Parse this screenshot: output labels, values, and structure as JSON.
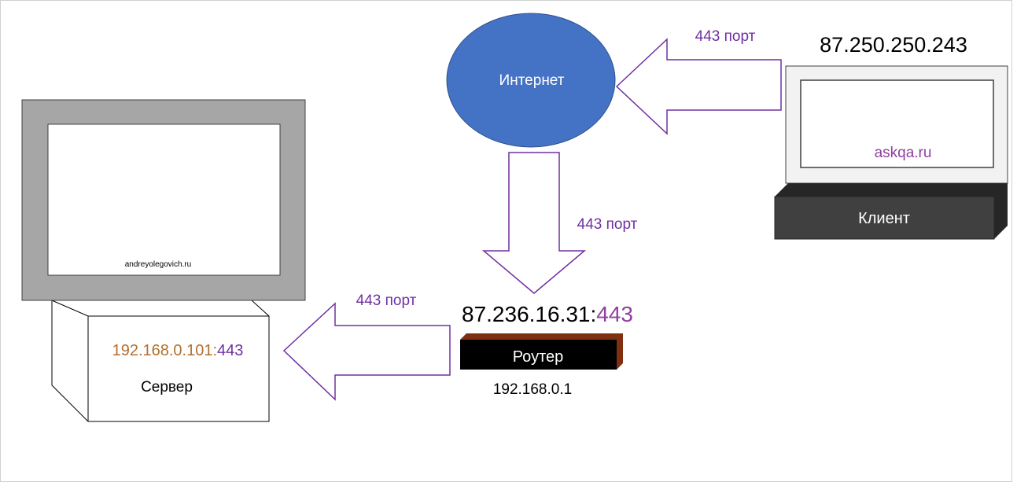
{
  "nodes": {
    "internet": {
      "label": "Интернет",
      "fill": "#4472C4"
    },
    "client": {
      "ip": "87.250.250.243",
      "screen_text": "askqa.ru",
      "label": "Клиент"
    },
    "router": {
      "public_ip": "87.236.16.31:",
      "public_port": "443",
      "label": "Роутер",
      "local_ip": "192.168.0.1"
    },
    "server": {
      "screen_text": "andreyolegovich.ru",
      "ip": "192.168.0.101:",
      "port": "443",
      "label": "Сервер"
    }
  },
  "arrows": {
    "client_to_internet": "443 порт",
    "internet_to_router": "443 порт",
    "router_to_server": "443 порт"
  },
  "colors": {
    "arrow_stroke": "#7030A0",
    "port_text": "#7030A0",
    "server_ip_text": "#B07030",
    "text_dark": "#000000",
    "screen_text": "#9040A0"
  }
}
